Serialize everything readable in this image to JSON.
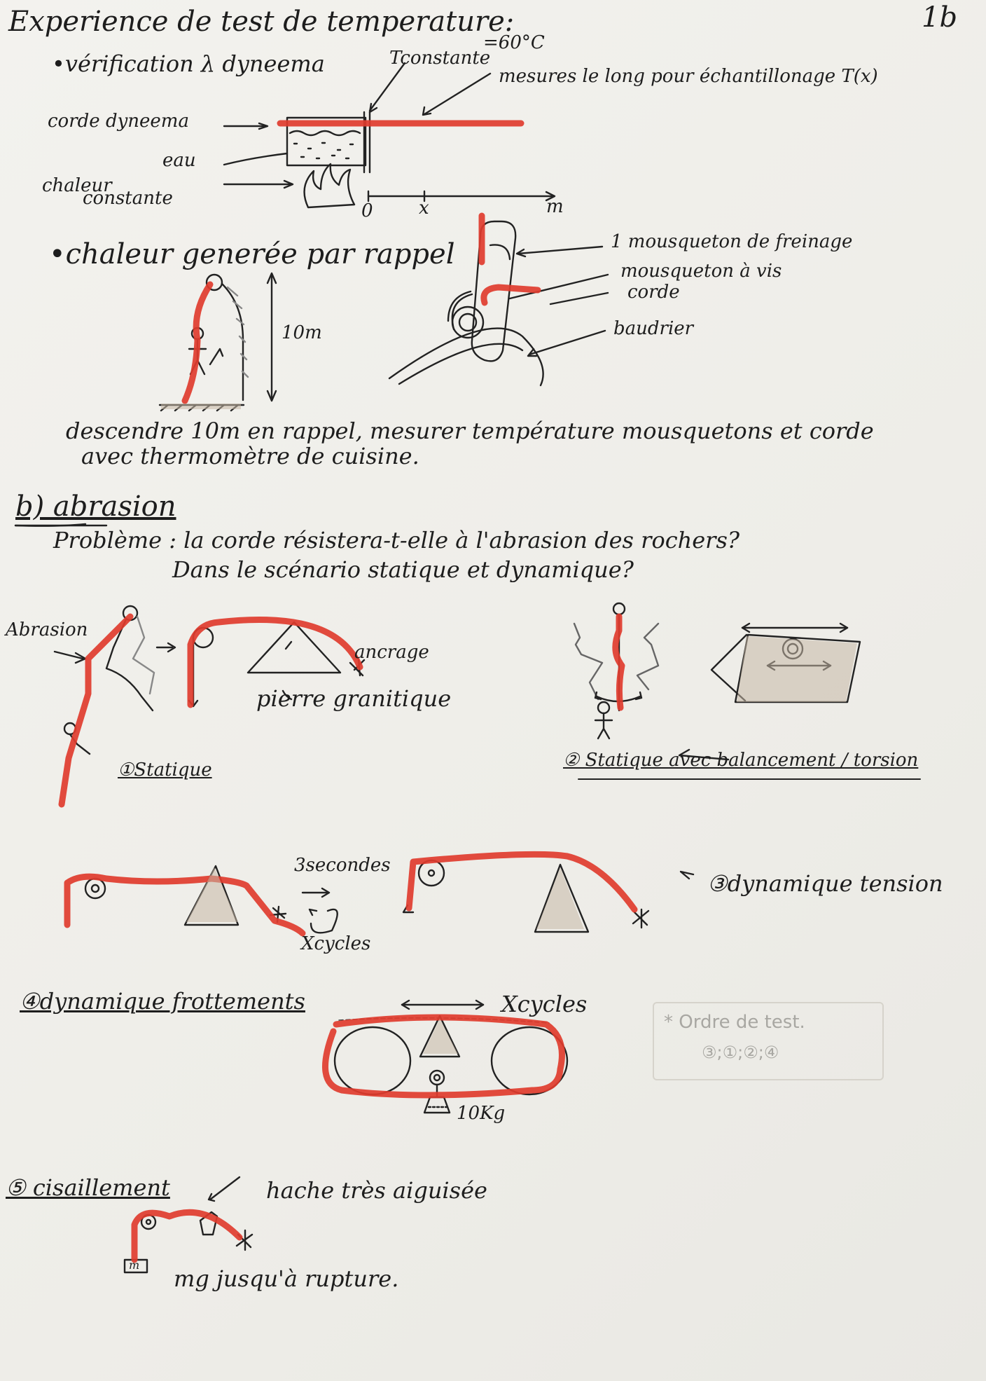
{
  "title": "Experience de test de temperature:",
  "page_mark": "1b",
  "sec1": {
    "heading": "•vérification λ dyneema",
    "t_const": "Tconstante",
    "t_value": "=60°C",
    "measure_note": "mesures le long pour échantillonage T(x)",
    "label_rope": "corde dyneema",
    "label_water": "eau",
    "label_heat_1": "chaleur",
    "label_heat_2": "constante",
    "axis_0": "0",
    "axis_x": "x",
    "axis_m": "m"
  },
  "sec2": {
    "heading": "•chaleur generée par rappel",
    "height": "10m",
    "label_brake": "1 mousqueton de freinage",
    "label_screw": "mousqueton à vis",
    "label_rope": "corde",
    "label_harness": "baudrier",
    "desc_1": "descendre 10m en rappel, mesurer température mousquetons et corde",
    "desc_2": "avec thermomètre de cuisine."
  },
  "sec3": {
    "heading": "b) abrasion",
    "problem_1": "Problème : la corde résistera-t-elle à l'abrasion des rochers?",
    "problem_2": "Dans le scénario statique et dynamique?",
    "abrasion": "Abrasion",
    "ancrage": "ancrage",
    "pierre": "pierre granitique",
    "statique": "①Statique",
    "statique2": "② Statique avec balancement / torsion",
    "three_sec": "3secondes",
    "xcycles": "Xcycles",
    "dyn_tension": "③dynamique tension",
    "dyn_frott": "④dynamique frottements",
    "xcycle2": "Xcycles",
    "weight": "10Kg",
    "order_title": "* Ordre de test.",
    "order_values": "③;①;②;④",
    "cisaillement": "⑤ cisaillement",
    "hache": "hache très aiguisée",
    "mg": "mg jusqu'à rupture.",
    "box_m": "m"
  }
}
